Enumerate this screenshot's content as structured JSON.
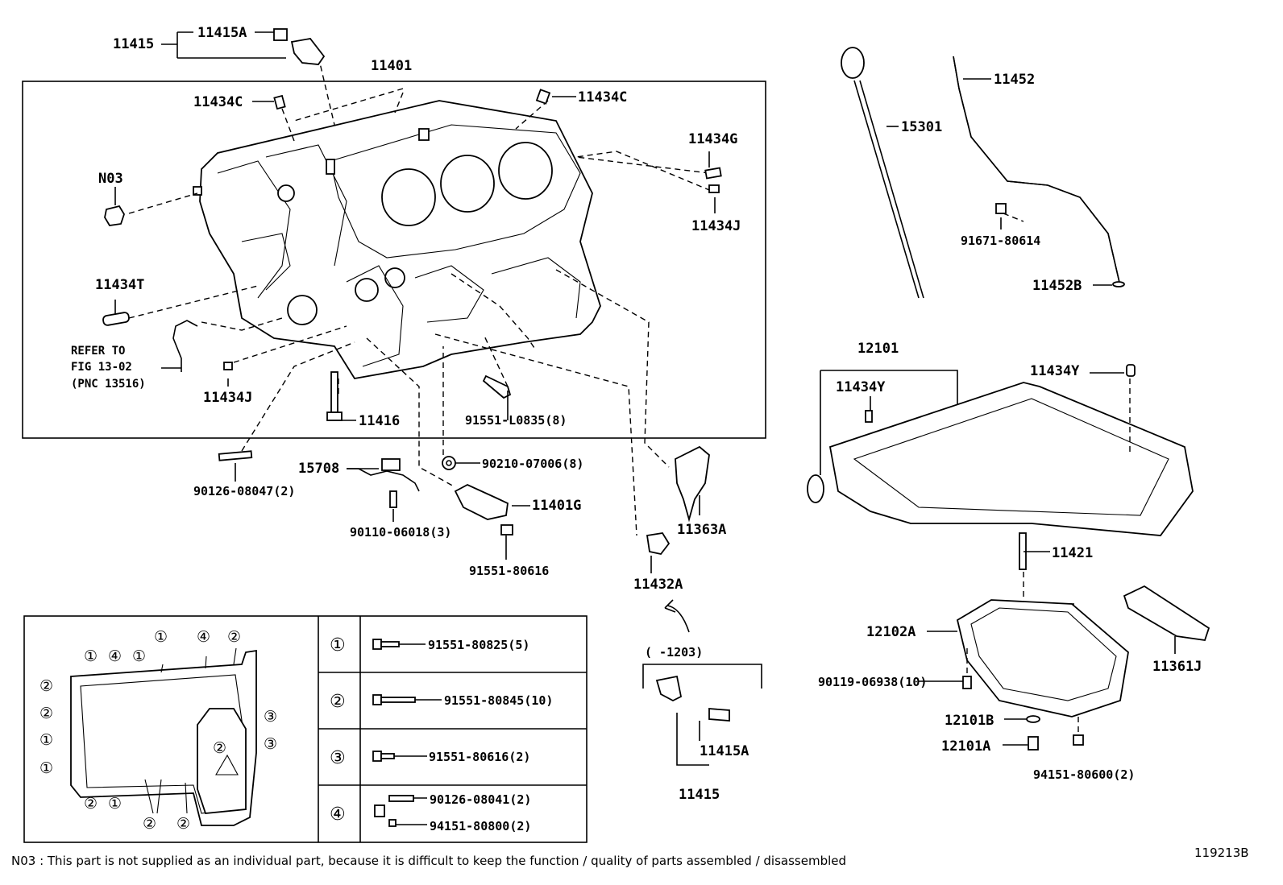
{
  "labels": {
    "l11415": "11415",
    "l11415A_top": "11415A",
    "l11401": "11401",
    "l11434C_left": "11434C",
    "l11434C_right": "11434C",
    "l11434G": "11434G",
    "l11434J_right": "11434J",
    "lN03": "N03",
    "l11434T": "11434T",
    "refer1": "REFER TO",
    "refer2": "FIG 13-02",
    "refer3": "(PNC 13516)",
    "l11434J_left": "11434J",
    "l11416": "11416",
    "l91551_L0835": "91551-L0835(8)",
    "l90210": "90210-07006(8)",
    "l90126_08047": "90126-08047(2)",
    "l15708": "15708",
    "l90110": "90110-06018(3)",
    "l11401G": "11401G",
    "l91551_80616": "91551-80616",
    "l11363A": "11363A",
    "l11432A": "11432A",
    "l11452": "11452",
    "l15301": "15301",
    "l91671": "91671-80614",
    "l11452B": "11452B",
    "l12101": "12101",
    "l11434Y_left": "11434Y",
    "l11434Y_right": "11434Y",
    "l11421": "11421",
    "l12102A": "12102A",
    "l11361J": "11361J",
    "l90119": "90119-06938(10)",
    "l12101B": "12101B",
    "l12101A": "12101A",
    "l94151_80600": "94151-80600(2)",
    "range": "(       -1203)",
    "l11415A_bot": "11415A",
    "l11415_bot": "11415",
    "figure_id": "119213B",
    "note": "N03 : This part is not supplied as an individual part, because it is difficult to keep the function / quality of parts  assembled / disassembled"
  },
  "legend": {
    "rows": [
      {
        "num": "①",
        "part": "91551-80825(5)"
      },
      {
        "num": "②",
        "part": "91551-80845(10)"
      },
      {
        "num": "③",
        "part": "91551-80616(2)"
      },
      {
        "num": "④",
        "part": "90126-08041(2)",
        "part2": "94151-80800(2)"
      }
    ]
  },
  "bolt_map": {
    "c1": "①",
    "c2": "④",
    "c3": "①",
    "c4": "①",
    "c5": "④",
    "c6": "②",
    "l1": "②",
    "l2": "②",
    "l3": "①",
    "l4": "①",
    "r1": "③",
    "r2": "③",
    "b1": "②",
    "b2": "①",
    "b3": "②",
    "b4": "②",
    "mid": "②"
  }
}
